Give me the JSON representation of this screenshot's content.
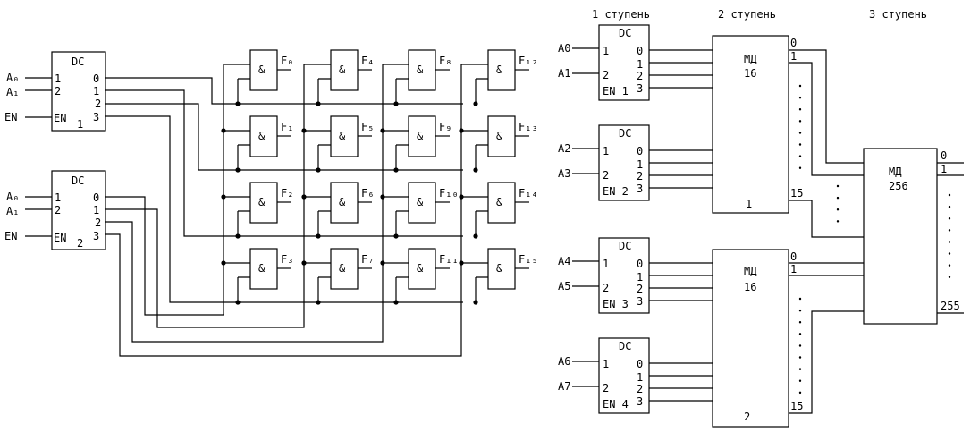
{
  "left": {
    "decoder_top": {
      "title": "DC",
      "number": "1",
      "in1": "A₀",
      "in2": "A₁",
      "in1_pin": "1",
      "in2_pin": "2",
      "en": "EN",
      "en_pin": "EN",
      "outs": [
        "0",
        "1",
        "2",
        "3"
      ]
    },
    "decoder_bottom": {
      "title": "DC",
      "number": "2",
      "in1": "A₀",
      "in2": "A₁",
      "in1_pin": "1",
      "in2_pin": "2",
      "en": "EN",
      "en_pin": "EN",
      "outs": [
        "0",
        "1",
        "2",
        "3"
      ]
    },
    "gate_symbol": "&",
    "gate_outputs": [
      "F₀",
      "F₁",
      "F₂",
      "F₃",
      "F₄",
      "F₅",
      "F₆",
      "F₇",
      "F₈",
      "F₉",
      "F₁₀",
      "F₁₁",
      "F₁₂",
      "F₁₃",
      "F₁₄",
      "F₁₅"
    ]
  },
  "right": {
    "stages": [
      "1 ступень",
      "2 ступень",
      "3 ступень"
    ],
    "decoders": [
      {
        "title": "DC",
        "en": "EN 1",
        "in1": "A0",
        "in2": "A1",
        "in1_pin": "1",
        "in2_pin": "2",
        "outs": [
          "0",
          "1",
          "2",
          "3"
        ]
      },
      {
        "title": "DC",
        "en": "EN 2",
        "in1": "A2",
        "in2": "A3",
        "in1_pin": "1",
        "in2_pin": "2",
        "outs": [
          "0",
          "1",
          "2",
          "3"
        ]
      },
      {
        "title": "DC",
        "en": "EN 3",
        "in1": "A4",
        "in2": "A5",
        "in1_pin": "1",
        "in2_pin": "2",
        "outs": [
          "0",
          "1",
          "2",
          "3"
        ]
      },
      {
        "title": "DC",
        "en": "EN 4",
        "in1": "A6",
        "in2": "A7",
        "in1_pin": "1",
        "in2_pin": "2",
        "outs": [
          "0",
          "1",
          "2",
          "3"
        ]
      }
    ],
    "md16_top": {
      "title": "МД",
      "size": "16",
      "number": "1",
      "out_first": "0",
      "out_second": "1",
      "out_last": "15"
    },
    "md16_bottom": {
      "title": "МД",
      "size": "16",
      "number": "2",
      "out_first": "0",
      "out_second": "1",
      "out_last": "15"
    },
    "md256": {
      "title": "МД",
      "size": "256",
      "out_first": "0",
      "out_second": "1",
      "out_last": "255"
    }
  }
}
